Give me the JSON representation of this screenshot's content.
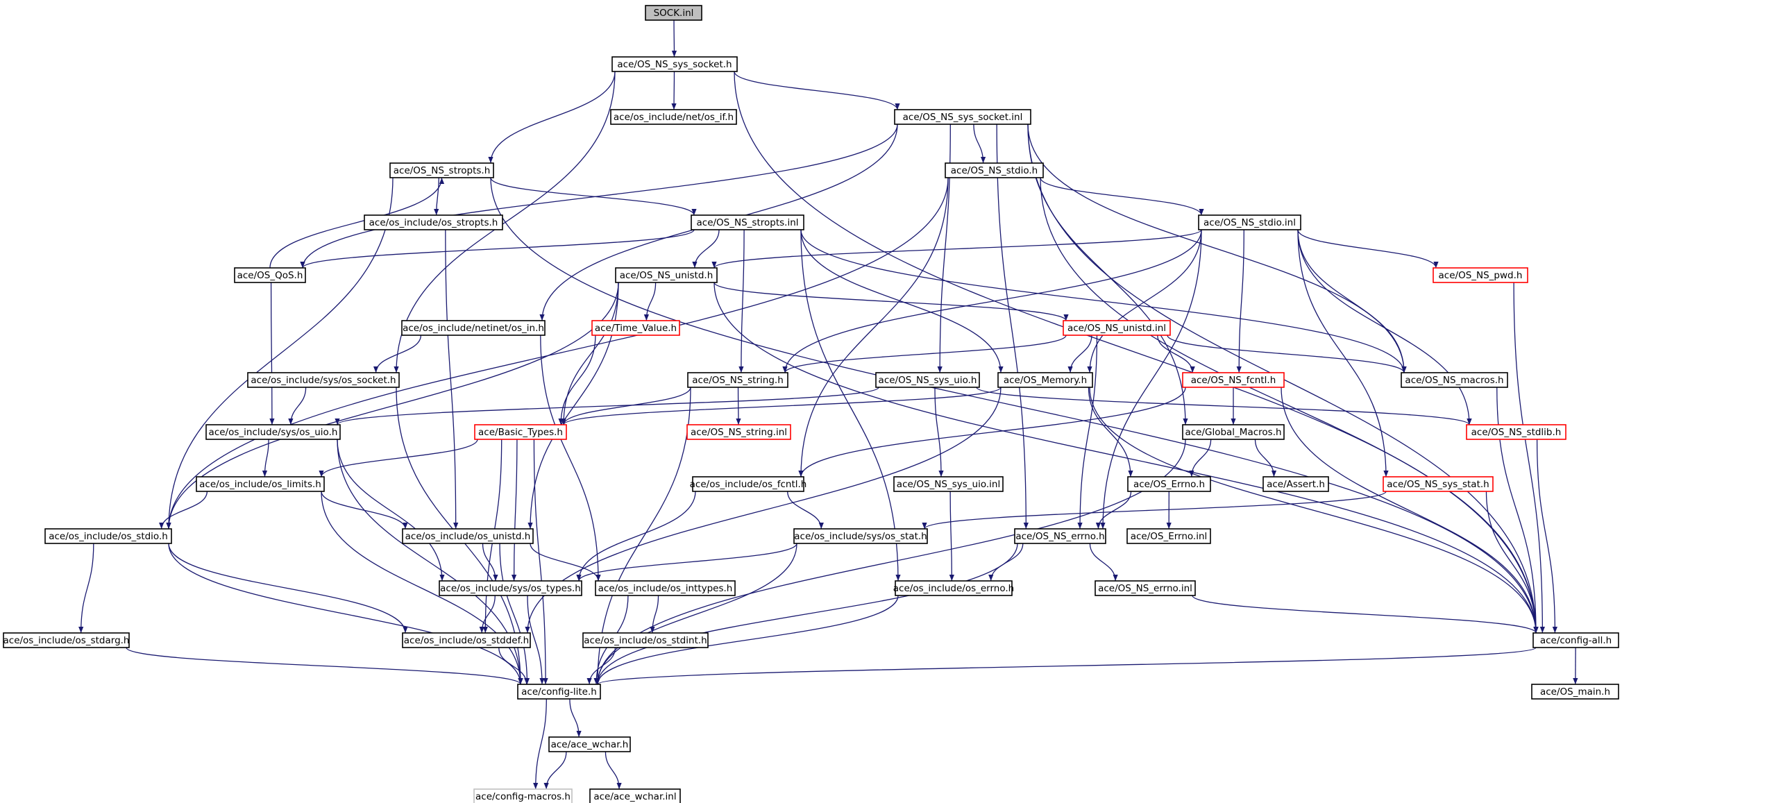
{
  "graph": {
    "nodes": [
      {
        "id": "n0",
        "label": "SOCK.inl",
        "style": "root"
      },
      {
        "id": "n1",
        "label": "ace/OS_NS_sys_socket.h",
        "style": "normal"
      },
      {
        "id": "n2",
        "label": "ace/os_include/net/os_if.h",
        "style": "normal"
      },
      {
        "id": "n3",
        "label": "ace/OS_NS_sys_socket.inl",
        "style": "normal"
      },
      {
        "id": "n4",
        "label": "ace/OS_NS_stropts.h",
        "style": "normal"
      },
      {
        "id": "n5",
        "label": "ace/OS_NS_stdio.h",
        "style": "normal"
      },
      {
        "id": "n6",
        "label": "ace/os_include/os_stropts.h",
        "style": "normal"
      },
      {
        "id": "n7",
        "label": "ace/OS_NS_stropts.inl",
        "style": "normal"
      },
      {
        "id": "n8",
        "label": "ace/OS_NS_stdio.inl",
        "style": "normal"
      },
      {
        "id": "n9",
        "label": "ace/OS_QoS.h",
        "style": "normal"
      },
      {
        "id": "n10",
        "label": "ace/OS_NS_unistd.h",
        "style": "normal"
      },
      {
        "id": "n11",
        "label": "ace/OS_NS_pwd.h",
        "style": "red"
      },
      {
        "id": "n12",
        "label": "ace/os_include/netinet/os_in.h",
        "style": "normal"
      },
      {
        "id": "n13",
        "label": "ace/Time_Value.h",
        "style": "red"
      },
      {
        "id": "n14",
        "label": "ace/OS_NS_unistd.inl",
        "style": "red"
      },
      {
        "id": "n15",
        "label": "ace/os_include/sys/os_socket.h",
        "style": "normal"
      },
      {
        "id": "n16",
        "label": "ace/OS_NS_string.h",
        "style": "normal"
      },
      {
        "id": "n17",
        "label": "ace/OS_NS_sys_uio.h",
        "style": "normal"
      },
      {
        "id": "n18",
        "label": "ace/OS_Memory.h",
        "style": "normal"
      },
      {
        "id": "n19",
        "label": "ace/OS_NS_fcntl.h",
        "style": "red"
      },
      {
        "id": "n20",
        "label": "ace/OS_NS_macros.h",
        "style": "normal"
      },
      {
        "id": "n21",
        "label": "ace/os_include/sys/os_uio.h",
        "style": "normal"
      },
      {
        "id": "n22",
        "label": "ace/Basic_Types.h",
        "style": "red"
      },
      {
        "id": "n23",
        "label": "ace/OS_NS_string.inl",
        "style": "red"
      },
      {
        "id": "n24",
        "label": "ace/Global_Macros.h",
        "style": "normal"
      },
      {
        "id": "n25",
        "label": "ace/OS_NS_stdlib.h",
        "style": "red"
      },
      {
        "id": "n26",
        "label": "ace/os_include/os_limits.h",
        "style": "normal"
      },
      {
        "id": "n27",
        "label": "ace/os_include/os_fcntl.h",
        "style": "normal"
      },
      {
        "id": "n28",
        "label": "ace/OS_NS_sys_uio.inl",
        "style": "normal"
      },
      {
        "id": "n29",
        "label": "ace/OS_Errno.h",
        "style": "normal"
      },
      {
        "id": "n30",
        "label": "ace/Assert.h",
        "style": "normal"
      },
      {
        "id": "n31",
        "label": "ace/OS_NS_sys_stat.h",
        "style": "red"
      },
      {
        "id": "n32",
        "label": "ace/os_include/os_stdio.h",
        "style": "normal"
      },
      {
        "id": "n33",
        "label": "ace/os_include/os_unistd.h",
        "style": "normal"
      },
      {
        "id": "n34",
        "label": "ace/os_include/sys/os_stat.h",
        "style": "normal"
      },
      {
        "id": "n35",
        "label": "ace/OS_NS_errno.h",
        "style": "normal"
      },
      {
        "id": "n36",
        "label": "ace/OS_Errno.inl",
        "style": "normal"
      },
      {
        "id": "n37",
        "label": "ace/os_include/sys/os_types.h",
        "style": "normal"
      },
      {
        "id": "n38",
        "label": "ace/os_include/os_inttypes.h",
        "style": "normal"
      },
      {
        "id": "n39",
        "label": "ace/os_include/os_errno.h",
        "style": "normal"
      },
      {
        "id": "n40",
        "label": "ace/OS_NS_errno.inl",
        "style": "normal"
      },
      {
        "id": "n41",
        "label": "ace/os_include/os_stdarg.h",
        "style": "normal"
      },
      {
        "id": "n42",
        "label": "ace/os_include/os_stddef.h",
        "style": "normal"
      },
      {
        "id": "n43",
        "label": "ace/os_include/os_stdint.h",
        "style": "normal"
      },
      {
        "id": "n44",
        "label": "ace/config-all.h",
        "style": "normal"
      },
      {
        "id": "n45",
        "label": "ace/config-lite.h",
        "style": "normal"
      },
      {
        "id": "n46",
        "label": "ace/OS_main.h",
        "style": "normal"
      },
      {
        "id": "n47",
        "label": "ace/ace_wchar.h",
        "style": "normal"
      },
      {
        "id": "n48",
        "label": "ace/config-macros.h",
        "style": "grey"
      },
      {
        "id": "n49",
        "label": "ace/ace_wchar.inl",
        "style": "normal"
      }
    ],
    "edges": [
      [
        "n0",
        "n1"
      ],
      [
        "n1",
        "n2"
      ],
      [
        "n1",
        "n3"
      ],
      [
        "n1",
        "n4"
      ],
      [
        "n1",
        "n15"
      ],
      [
        "n1",
        "n44"
      ],
      [
        "n3",
        "n5"
      ],
      [
        "n3",
        "n9"
      ],
      [
        "n3",
        "n12"
      ],
      [
        "n3",
        "n17"
      ],
      [
        "n3",
        "n20"
      ],
      [
        "n3",
        "n24"
      ],
      [
        "n3",
        "n35"
      ],
      [
        "n3",
        "n44"
      ],
      [
        "n4",
        "n6"
      ],
      [
        "n4",
        "n7"
      ],
      [
        "n4",
        "n32"
      ],
      [
        "n4",
        "n44"
      ],
      [
        "n5",
        "n8"
      ],
      [
        "n5",
        "n27"
      ],
      [
        "n5",
        "n32"
      ],
      [
        "n5",
        "n44"
      ],
      [
        "n6",
        "n33"
      ],
      [
        "n7",
        "n9"
      ],
      [
        "n7",
        "n10"
      ],
      [
        "n7",
        "n16"
      ],
      [
        "n7",
        "n18"
      ],
      [
        "n7",
        "n20"
      ],
      [
        "n7",
        "n39"
      ],
      [
        "n8",
        "n10"
      ],
      [
        "n8",
        "n11"
      ],
      [
        "n8",
        "n16"
      ],
      [
        "n8",
        "n18"
      ],
      [
        "n8",
        "n19"
      ],
      [
        "n8",
        "n20"
      ],
      [
        "n8",
        "n25"
      ],
      [
        "n8",
        "n31"
      ],
      [
        "n8",
        "n35"
      ],
      [
        "n9",
        "n4"
      ],
      [
        "n9",
        "n21"
      ],
      [
        "n10",
        "n13"
      ],
      [
        "n10",
        "n14"
      ],
      [
        "n10",
        "n22"
      ],
      [
        "n10",
        "n32"
      ],
      [
        "n10",
        "n33"
      ],
      [
        "n10",
        "n44"
      ],
      [
        "n11",
        "n44"
      ],
      [
        "n12",
        "n15"
      ],
      [
        "n12",
        "n38"
      ],
      [
        "n13",
        "n22"
      ],
      [
        "n14",
        "n16"
      ],
      [
        "n14",
        "n18"
      ],
      [
        "n14",
        "n19"
      ],
      [
        "n14",
        "n20"
      ],
      [
        "n14",
        "n35"
      ],
      [
        "n15",
        "n21"
      ],
      [
        "n15",
        "n45"
      ],
      [
        "n16",
        "n22"
      ],
      [
        "n16",
        "n23"
      ],
      [
        "n16",
        "n45"
      ],
      [
        "n17",
        "n21"
      ],
      [
        "n17",
        "n28"
      ],
      [
        "n17",
        "n25"
      ],
      [
        "n18",
        "n22"
      ],
      [
        "n18",
        "n29"
      ],
      [
        "n18",
        "n42"
      ],
      [
        "n18",
        "n44"
      ],
      [
        "n19",
        "n24"
      ],
      [
        "n19",
        "n27"
      ],
      [
        "n19",
        "n44"
      ],
      [
        "n20",
        "n44"
      ],
      [
        "n21",
        "n26"
      ],
      [
        "n21",
        "n37"
      ],
      [
        "n21",
        "n45"
      ],
      [
        "n22",
        "n26"
      ],
      [
        "n22",
        "n37"
      ],
      [
        "n22",
        "n42"
      ],
      [
        "n22",
        "n45"
      ],
      [
        "n24",
        "n29"
      ],
      [
        "n24",
        "n30"
      ],
      [
        "n24",
        "n45"
      ],
      [
        "n25",
        "n44"
      ],
      [
        "n26",
        "n32"
      ],
      [
        "n26",
        "n33"
      ],
      [
        "n26",
        "n45"
      ],
      [
        "n27",
        "n34"
      ],
      [
        "n27",
        "n37"
      ],
      [
        "n28",
        "n39"
      ],
      [
        "n29",
        "n35"
      ],
      [
        "n29",
        "n36"
      ],
      [
        "n31",
        "n34"
      ],
      [
        "n31",
        "n44"
      ],
      [
        "n32",
        "n41"
      ],
      [
        "n32",
        "n42"
      ],
      [
        "n32",
        "n45"
      ],
      [
        "n33",
        "n37"
      ],
      [
        "n33",
        "n38"
      ],
      [
        "n33",
        "n45"
      ],
      [
        "n34",
        "n37"
      ],
      [
        "n34",
        "n45"
      ],
      [
        "n35",
        "n39"
      ],
      [
        "n35",
        "n40"
      ],
      [
        "n35",
        "n45"
      ],
      [
        "n37",
        "n42"
      ],
      [
        "n37",
        "n45"
      ],
      [
        "n38",
        "n43"
      ],
      [
        "n38",
        "n45"
      ],
      [
        "n39",
        "n45"
      ],
      [
        "n40",
        "n44"
      ],
      [
        "n41",
        "n45"
      ],
      [
        "n42",
        "n45"
      ],
      [
        "n43",
        "n45"
      ],
      [
        "n44",
        "n45"
      ],
      [
        "n44",
        "n46"
      ],
      [
        "n45",
        "n47"
      ],
      [
        "n45",
        "n48"
      ],
      [
        "n47",
        "n48"
      ],
      [
        "n47",
        "n49"
      ]
    ]
  }
}
